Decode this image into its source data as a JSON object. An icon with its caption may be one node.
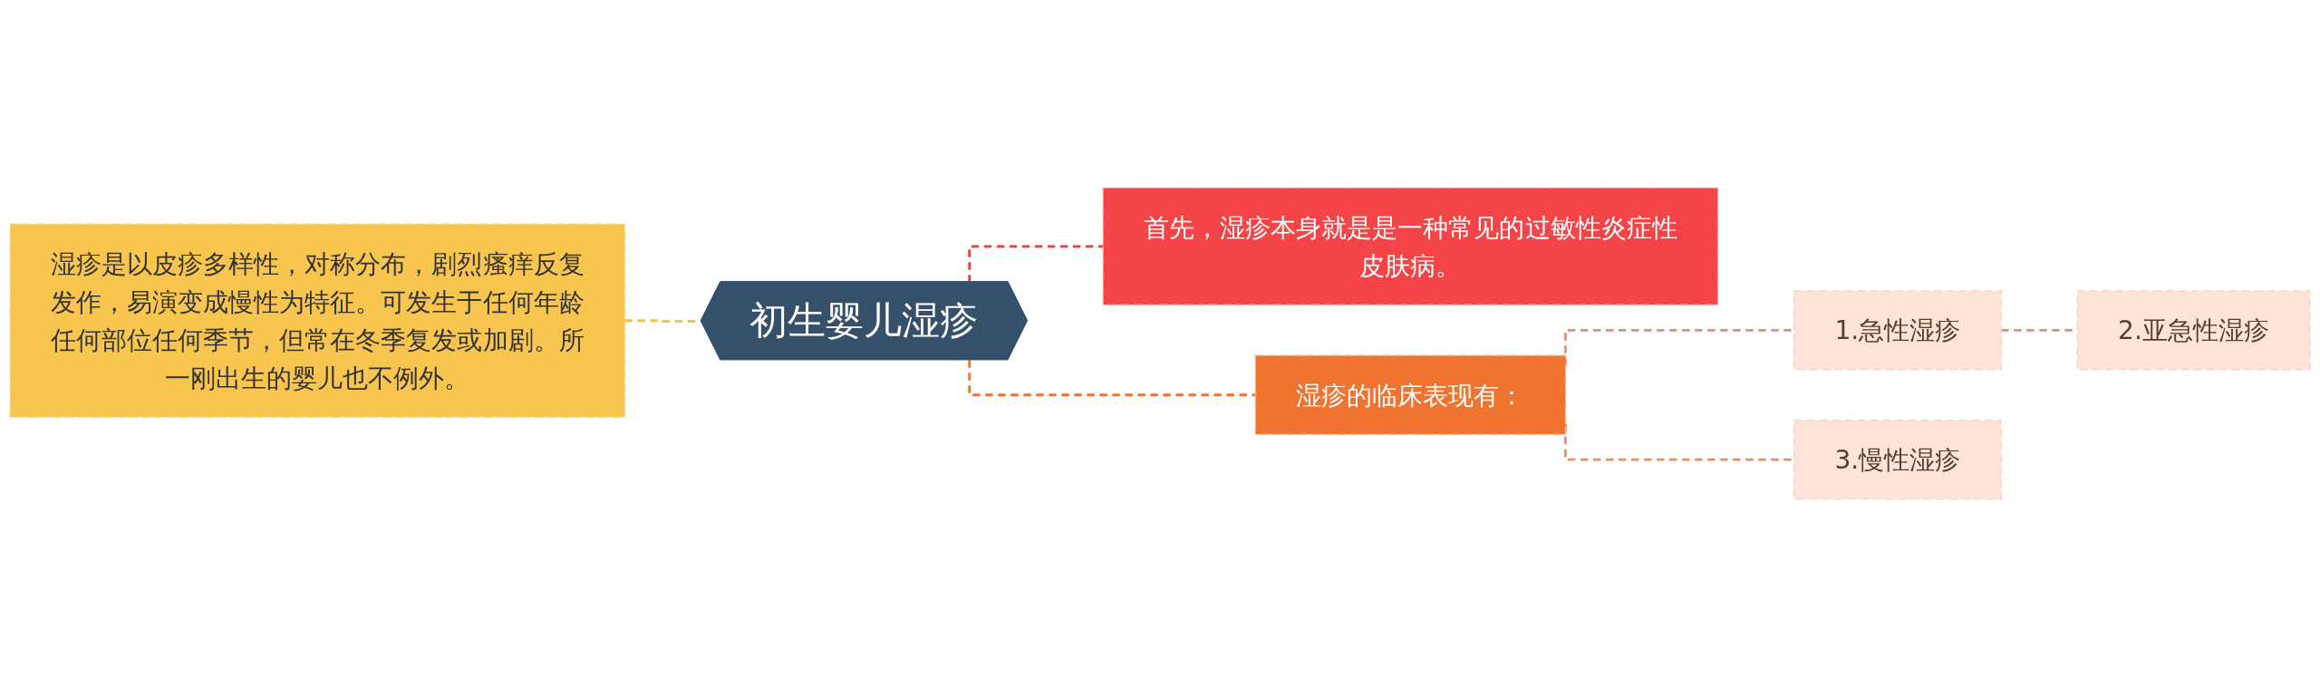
{
  "diagram": {
    "nodes": [
      {
        "text": [
          "初生婴儿湿疹"
        ]
      },
      {
        "text": [
          "湿疹是以皮疹多样性，对称分布，剧烈瘙痒反复发作，易演变成慢性为特征。可发生于任何年龄任何部位任何季节，但常在冬季复发或加剧。所一刚出生的婴儿也不例外。"
        ]
      },
      {
        "text": [
          "首先，湿疹本身就是是一种常见的过敏性炎症性皮肤病。"
        ]
      },
      {
        "text": [
          "湿疹的临床表现有："
        ]
      },
      {
        "text": [
          "1.急性湿疹"
        ]
      },
      {
        "text": [
          "2.亚急性湿疹"
        ]
      },
      {
        "text": [
          "3.慢性湿疹"
        ]
      }
    ],
    "edges": [
      {
        "from": 1,
        "to": 0,
        "arrow": "none",
        "style": "dashed",
        "color": "#f5c04a"
      },
      {
        "from": 0,
        "to": 2,
        "arrow": "none",
        "style": "dashed",
        "color": "#e84040"
      },
      {
        "from": 0,
        "to": 3,
        "arrow": "none",
        "style": "dashed",
        "color": "#f07030"
      },
      {
        "from": 3,
        "to": 4,
        "arrow": "none",
        "style": "dashed",
        "color": "#e09070"
      },
      {
        "from": 4,
        "to": 5,
        "arrow": "none",
        "style": "dashed",
        "color": "#e09070"
      },
      {
        "from": 3,
        "to": 6,
        "arrow": "none",
        "style": "dashed",
        "color": "#e09070"
      }
    ]
  }
}
